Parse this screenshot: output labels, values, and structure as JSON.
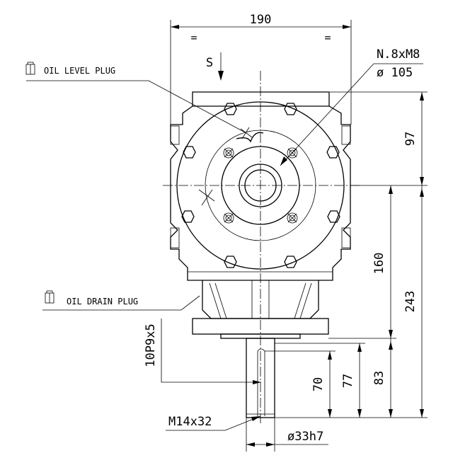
{
  "dimensions": {
    "overall_width": "190",
    "equal_left": "=",
    "equal_right": "=",
    "bolt_spec": "N.8xM8",
    "bolt_circle": "ø 105",
    "top_to_axis": "97",
    "axis_to_flange": "160",
    "axis_to_shaft_end": "243",
    "shaft_len_83": "83",
    "shaft_len_77": "77",
    "shaft_len_70": "70",
    "keyway": "10P9x5",
    "thread": "M14x32",
    "shaft_diameter": "ø33h7"
  },
  "labels": {
    "view_letter": "S",
    "oil_level_plug": "OIL LEVEL PLUG",
    "oil_drain_plug": "OIL DRAIN PLUG"
  }
}
